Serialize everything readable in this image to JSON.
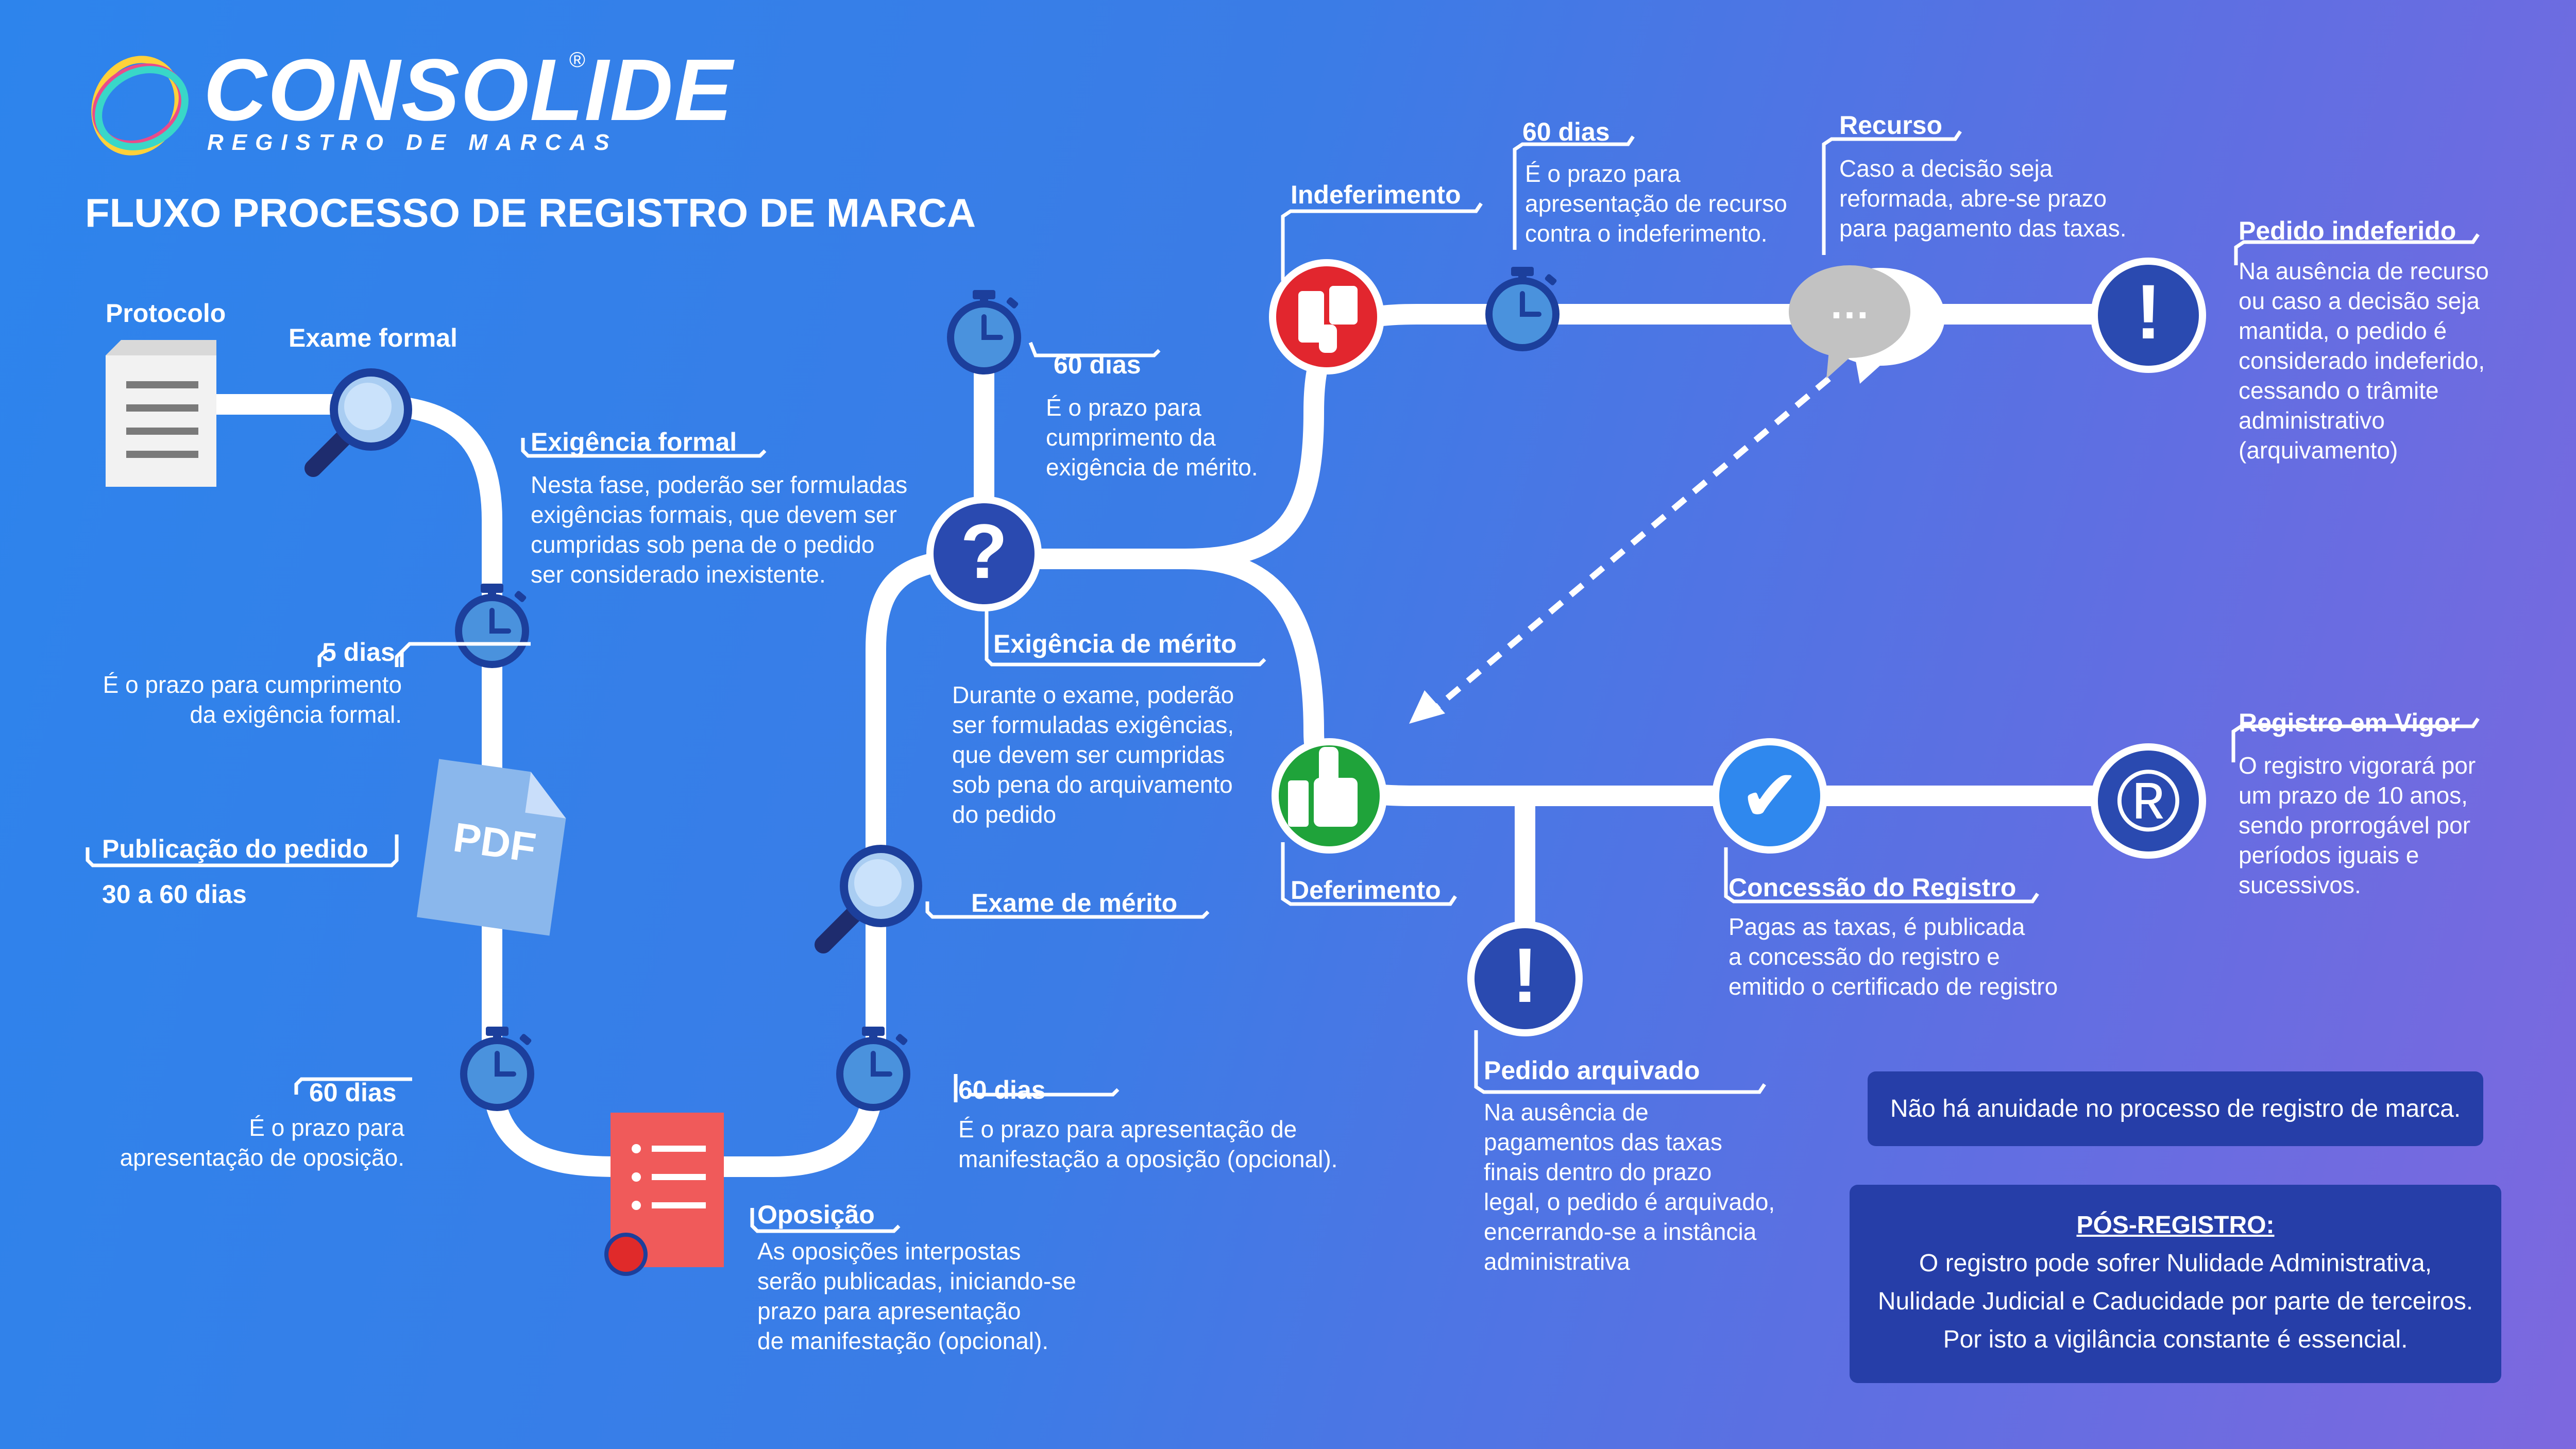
{
  "brand": {
    "name": "CONSOLIDE",
    "registered_mark": "®",
    "tagline": "REGISTRO DE MARCAS"
  },
  "page_title": "FLUXO PROCESSO DE REGISTRO DE MARCA",
  "colors": {
    "path": "#ffffff",
    "circle_blue": "#2a4ab0",
    "thumbs_down": "#e2262e",
    "thumbs_up": "#1fa33a",
    "check": "#2f88ee",
    "opposition_doc": "#f05a5a",
    "box_bg": "#263ea8",
    "clock_face": "#4a92dd"
  },
  "icons": {
    "document": "document-icon",
    "magnifier": "magnifier-icon",
    "clock": "stopwatch-icon",
    "pdf": "pdf-file-icon",
    "opposition": "opposition-document-icon",
    "question": "question-mark-icon",
    "thumbs_down": "thumbs-down-icon",
    "thumbs_up": "thumbs-up-icon",
    "chat": "chat-bubbles-icon",
    "exclamation": "exclamation-icon",
    "check": "check-icon",
    "registered": "registered-mark-icon"
  },
  "steps": {
    "protocolo": {
      "label": "Protocolo"
    },
    "exame_formal": {
      "label": "Exame formal"
    },
    "exigencia_formal": {
      "label": "Exigência formal",
      "text": "Nesta fase, poderão ser formuladas\nexigências formais, que devem ser\ncumpridas sob pena de o pedido\nser considerado inexistente."
    },
    "cinco_dias": {
      "label": "5 dias",
      "text": "É o prazo para cumprimento\nda exigência formal."
    },
    "publicacao": {
      "label": "Publicação do pedido",
      "sub": "30 a 60 dias",
      "pdf": "PDF"
    },
    "sessenta_oposicao": {
      "label": "60 dias",
      "text": "É o prazo para\napresentação de oposição."
    },
    "oposicao": {
      "label": "Oposição",
      "text": "As oposições interpostas\nserão publicadas, iniciando-se\nprazo para apresentação\nde manifestação (opcional)."
    },
    "sessenta_manifestacao": {
      "label": "60 dias",
      "text": "É o prazo para apresentação de\nmanifestação a oposição (opcional)."
    },
    "exame_merito": {
      "label": "Exame de mérito"
    },
    "exigencia_merito": {
      "label": "Exigência de mérito",
      "text": "Durante o exame, poderão\nser formuladas exigências,\nque devem ser cumpridas\nsob pena do arquivamento\ndo pedido"
    },
    "sessenta_merito": {
      "label": "60 dias",
      "text": "É o prazo para\ncumprimento da\nexigência de mérito."
    },
    "indeferimento": {
      "label": "Indeferimento"
    },
    "sessenta_recurso": {
      "label": "60 dias",
      "text": "É o prazo para\napresentação de recurso\ncontra o indeferimento."
    },
    "recurso": {
      "label": "Recurso",
      "text": "Caso a decisão seja\nreformada, abre-se prazo\npara pagamento das taxas."
    },
    "pedido_indeferido": {
      "label": "Pedido indeferido",
      "text": "Na ausência de recurso\nou caso a decisão seja\nmantida, o pedido é\nconsiderado indeferido,\ncessando o trâmite\nadministrativo\n(arquivamento)"
    },
    "deferimento": {
      "label": "Deferimento"
    },
    "pedido_arquivado": {
      "label": "Pedido arquivado",
      "text": "Na ausência de\npagamentos das taxas\nfinais dentro do prazo\nlegal, o pedido é arquivado,\nencerrando-se a instância\nadministrativa"
    },
    "concessao": {
      "label": "Concessão do Registro",
      "text": "Pagas as taxas, é publicada\na concessão do registro e\nemitido o certificado de registro"
    },
    "registro_vigor": {
      "label": "Registro em Vigor",
      "text": "O registro vigorará por\num prazo de 10 anos,\nsendo prorrogável por\nperíodos iguais e\nsucessivos."
    }
  },
  "notes": {
    "anuidade": "Não há anuidade no processo de registro de marca.",
    "pos_registro_title": "PÓS-REGISTRO:",
    "pos_registro_text": "O registro pode sofrer Nulidade Administrativa,\nNulidade Judicial e Caducidade por parte de terceiros.\nPor isto a vigilância constante é essencial."
  },
  "glyphs": {
    "question": "?",
    "exclamation": "!",
    "check": "✔",
    "registered": "®",
    "chat": "…"
  }
}
